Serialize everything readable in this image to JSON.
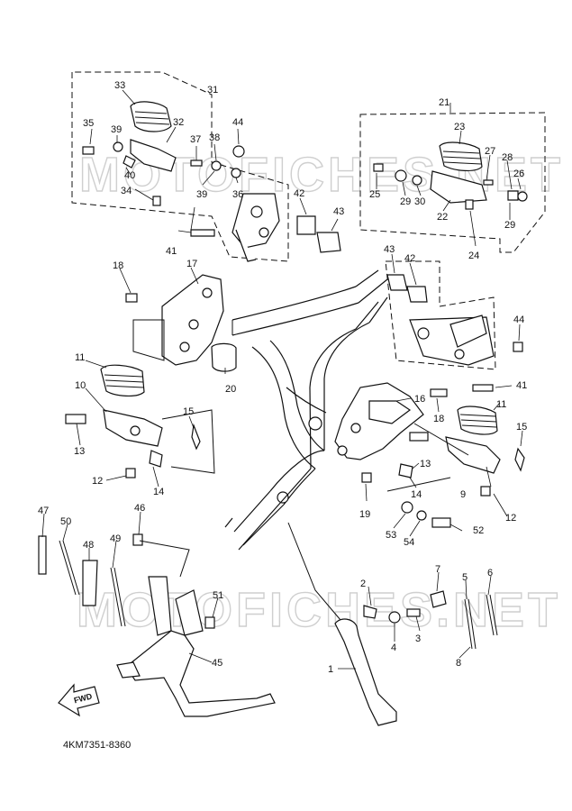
{
  "diagram": {
    "code": "4KM7351-8360",
    "fwd_label": "FWD",
    "watermarks": [
      "MOTOFICHES.NET",
      "MOTOFICHES.NET"
    ],
    "callouts": [
      "1",
      "2",
      "3",
      "4",
      "5",
      "6",
      "7",
      "8",
      "9",
      "10",
      "11",
      "11",
      "12",
      "12",
      "13",
      "13",
      "14",
      "14",
      "15",
      "15",
      "16",
      "17",
      "18",
      "18",
      "19",
      "20",
      "21",
      "22",
      "23",
      "24",
      "25",
      "26",
      "27",
      "28",
      "29",
      "29",
      "30",
      "31",
      "32",
      "33",
      "34",
      "35",
      "36",
      "37",
      "38",
      "39",
      "39",
      "40",
      "41",
      "41",
      "42",
      "42",
      "43",
      "43",
      "44",
      "44",
      "45",
      "46",
      "47",
      "48",
      "49",
      "50",
      "51",
      "52",
      "53",
      "54"
    ]
  }
}
